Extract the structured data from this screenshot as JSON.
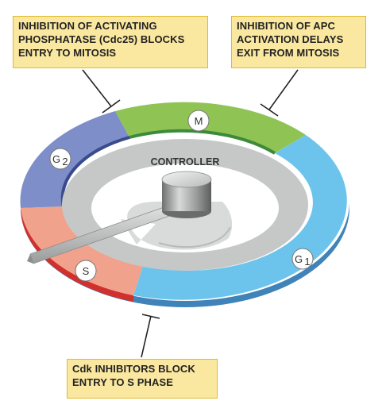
{
  "callouts": {
    "top_left": [
      "INHIBITION OF ACTIVATING",
      "PHOSPHATASE (Cdc25) BLOCKS",
      "ENTRY TO MITOSIS"
    ],
    "top_right": [
      "INHIBITION OF APC",
      "ACTIVATION DELAYS",
      "EXIT FROM MITOSIS"
    ],
    "bottom": [
      "Cdk INHIBITORS BLOCK",
      "ENTRY TO S PHASE"
    ]
  },
  "phases": {
    "m": "M",
    "g2": "G",
    "g2_sub": "2",
    "s": "S",
    "g1": "G",
    "g1_sub": "1"
  },
  "controller": "CONTROLLER",
  "colors": {
    "m": "#8fc455",
    "g2": "#7e8ec8",
    "s": "#f0a28c",
    "g1": "#6cc4ec",
    "callout_fill": "#fbe8a0",
    "callout_border": "#e0b82e",
    "inner_ring": "#c6c8c8"
  }
}
